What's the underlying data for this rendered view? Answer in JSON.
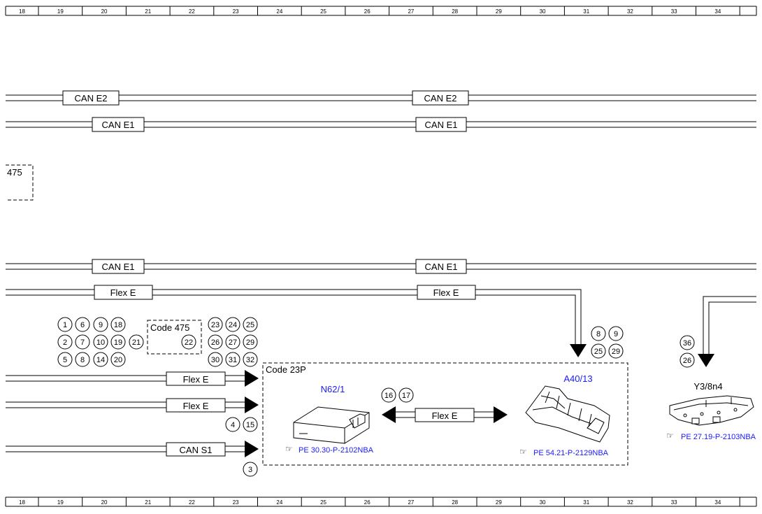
{
  "ruler": {
    "columns": [
      "18",
      "19",
      "20",
      "21",
      "22",
      "23",
      "24",
      "25",
      "26",
      "27",
      "28",
      "29",
      "30",
      "31",
      "32",
      "33",
      "34"
    ]
  },
  "buses": {
    "can_e2_label": "CAN E2",
    "can_e1_label": "CAN E1",
    "flex_e_label": "Flex E",
    "can_s1_label": "CAN S1"
  },
  "partial_box_label": "475",
  "code475": {
    "label": "Code 475",
    "pin": "22"
  },
  "code23p": {
    "label": "Code 23P"
  },
  "pin_groups": {
    "grid_left": [
      [
        "1",
        "6",
        "9",
        "18"
      ],
      [
        "2",
        "7",
        "10",
        "19"
      ],
      [
        "5",
        "8",
        "14",
        "20"
      ]
    ],
    "grid_left_extra": "21",
    "grid_right": [
      [
        "23",
        "24",
        "25"
      ],
      [
        "26",
        "27",
        "29"
      ],
      [
        "30",
        "31",
        "32"
      ]
    ],
    "a40_pins": [
      [
        "8",
        "9"
      ],
      [
        "25",
        "29"
      ]
    ],
    "y3_pins": [
      "36",
      "26"
    ],
    "mid_pins": [
      "4",
      "15"
    ],
    "bottom_pin": "3",
    "flex_pins": [
      "16",
      "17"
    ]
  },
  "components": {
    "n62": {
      "name": "N62/1",
      "ref": "PE 30.30-P-2102NBA"
    },
    "a40": {
      "name": "A40/13",
      "ref": "PE 54.21-P-2129NBA"
    },
    "y3": {
      "name": "Y3/8n4",
      "ref": "PE 27.19-P-2103NBA"
    }
  },
  "colors": {
    "component_name": "#1a1aff",
    "reference_link": "#1a1aff",
    "line": "#000000"
  }
}
